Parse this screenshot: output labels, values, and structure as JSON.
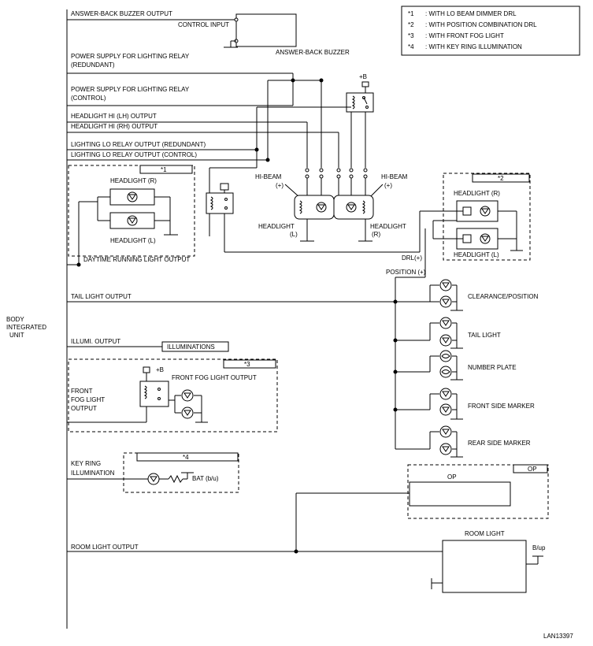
{
  "unit_label": [
    "BODY",
    "INTEGRATED",
    "UNIT"
  ],
  "signals": {
    "answer_back_out": "ANSWER-BACK BUZZER OUTPUT",
    "control_input": "CONTROL INPUT",
    "answer_back_buzzer": "ANSWER-BACK BUZZER",
    "ps_redundant": [
      "POWER SUPPLY FOR LIGHTING RELAY",
      "(REDUNDANT)"
    ],
    "ps_control": [
      "POWER SUPPLY FOR LIGHTING RELAY",
      "(CONTROL)"
    ],
    "hi_lh": "HEADLIGHT HI (LH) OUTPUT",
    "hi_rh": "HEADLIGHT HI (RH) OUTPUT",
    "lo_redundant": "LIGHTING LO RELAY OUTPUT (REDUNDANT)",
    "lo_control": "LIGHTING LO RELAY OUTPUT (CONTROL)",
    "drl_output": "DAYTIME RUNNING LIGHT OUTPUT",
    "tail_output": "TAIL LIGHT OUTPUT",
    "illumi_output": "ILLUMI. OUTPUT",
    "illuminations": "ILLUMINATIONS",
    "front_fog": [
      "FRONT",
      "FOG LIGHT",
      "OUTPUT"
    ],
    "front_fog_light_output": "FRONT FOG LIGHT OUTPUT",
    "key_ring": [
      "KEY RING",
      "ILLUMINATION"
    ],
    "room_light_output": "ROOM LIGHT OUTPUT"
  },
  "components": {
    "plus_b": "+B",
    "hi_beam_l": [
      "HI-BEAM",
      "(+)"
    ],
    "hi_beam_r": [
      "HI-BEAM",
      "(+)"
    ],
    "headlight_l": [
      "HEADLIGHT",
      "(L)"
    ],
    "headlight_r": [
      "HEADLIGHT",
      "(R)"
    ],
    "hl_r_box1": "HEADLIGHT (R)",
    "hl_l_box1": "HEADLIGHT (L)",
    "hl_r_box2": "HEADLIGHT (R)",
    "hl_l_box2": "HEADLIGHT (L)",
    "drl_plus": "DRL(+)",
    "position_plus": "POSITION (+)",
    "clearance": "CLEARANCE/POSITION",
    "tail_light": "TAIL LIGHT",
    "number_plate": "NUMBER PLATE",
    "front_side_marker": "FRONT SIDE MARKER",
    "rear_side_marker": "REAR SIDE MARKER",
    "bat": "BAT (b/u)",
    "op_box": "OP",
    "op_tag": "OP",
    "room_light": "ROOM LIGHT",
    "b_up": "B/up"
  },
  "legend": [
    {
      "mark": "*1",
      "text": ": WITH LO BEAM DIMMER DRL"
    },
    {
      "mark": "*2",
      "text": ": WITH POSITION COMBINATION DRL"
    },
    {
      "mark": "*3",
      "text": ": WITH FRONT FOG LIGHT"
    },
    {
      "mark": "*4",
      "text": ": WITH KEY RING ILLUMINATION"
    }
  ],
  "option_tags": {
    "t1": "*1",
    "t2": "*2",
    "t3": "*3",
    "t4": "*4"
  },
  "diagram_code": "LAN13397"
}
